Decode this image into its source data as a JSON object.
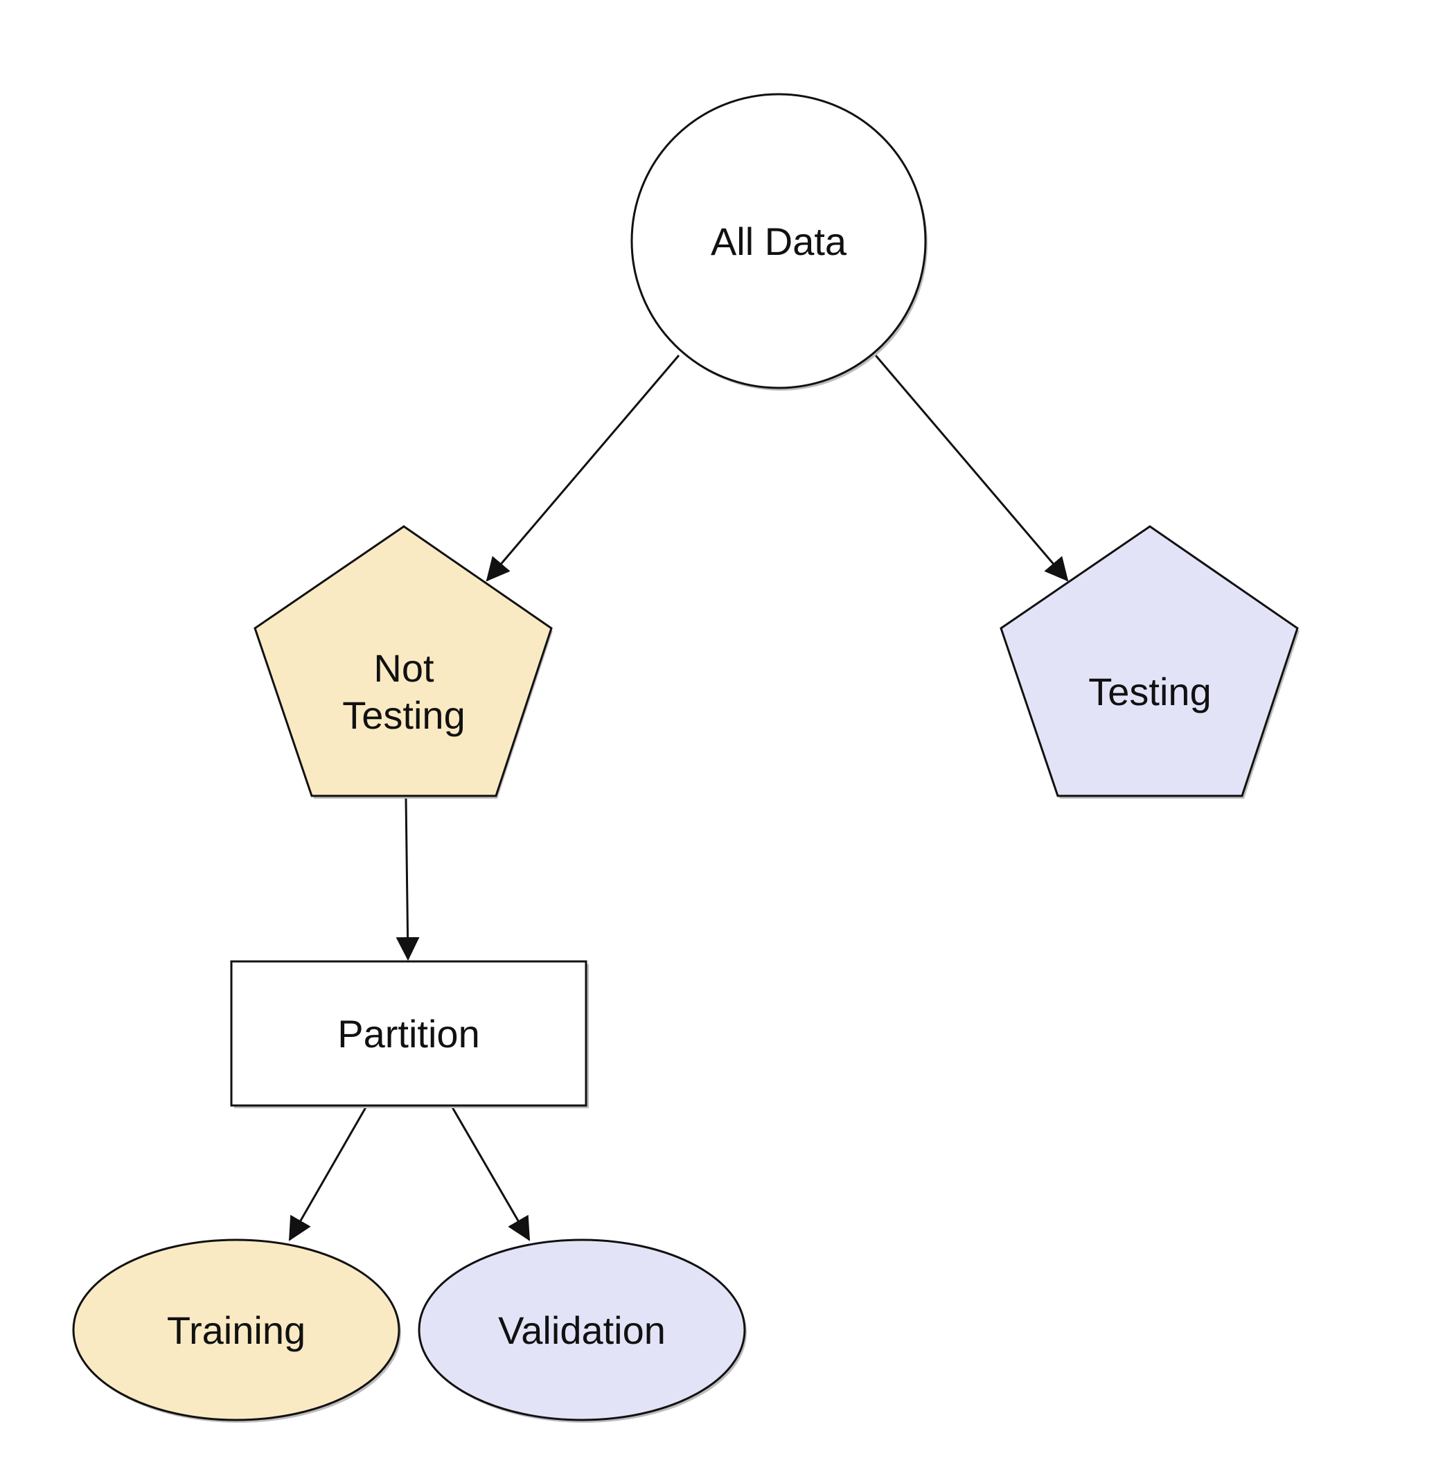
{
  "nodes": {
    "all_data": {
      "label": "All Data",
      "shape": "circle",
      "fill": "#ffffff"
    },
    "not_testing": {
      "label_line1": "Not",
      "label_line2": "Testing",
      "shape": "pentagon",
      "fill": "#f9eac3"
    },
    "testing": {
      "label": "Testing",
      "shape": "pentagon",
      "fill": "#e3e3f8"
    },
    "partition": {
      "label": "Partition",
      "shape": "rectangle",
      "fill": "#ffffff"
    },
    "training": {
      "label": "Training",
      "shape": "ellipse",
      "fill": "#f9eac3"
    },
    "validation": {
      "label": "Validation",
      "shape": "ellipse",
      "fill": "#e3e3f8"
    }
  },
  "edges": [
    {
      "from": "All Data",
      "to": "Not Testing"
    },
    {
      "from": "All Data",
      "to": "Testing"
    },
    {
      "from": "Not Testing",
      "to": "Partition"
    },
    {
      "from": "Partition",
      "to": "Training"
    },
    {
      "from": "Partition",
      "to": "Validation"
    }
  ],
  "colors": {
    "stroke": "#111111",
    "shadow": "#bdbdbd"
  }
}
